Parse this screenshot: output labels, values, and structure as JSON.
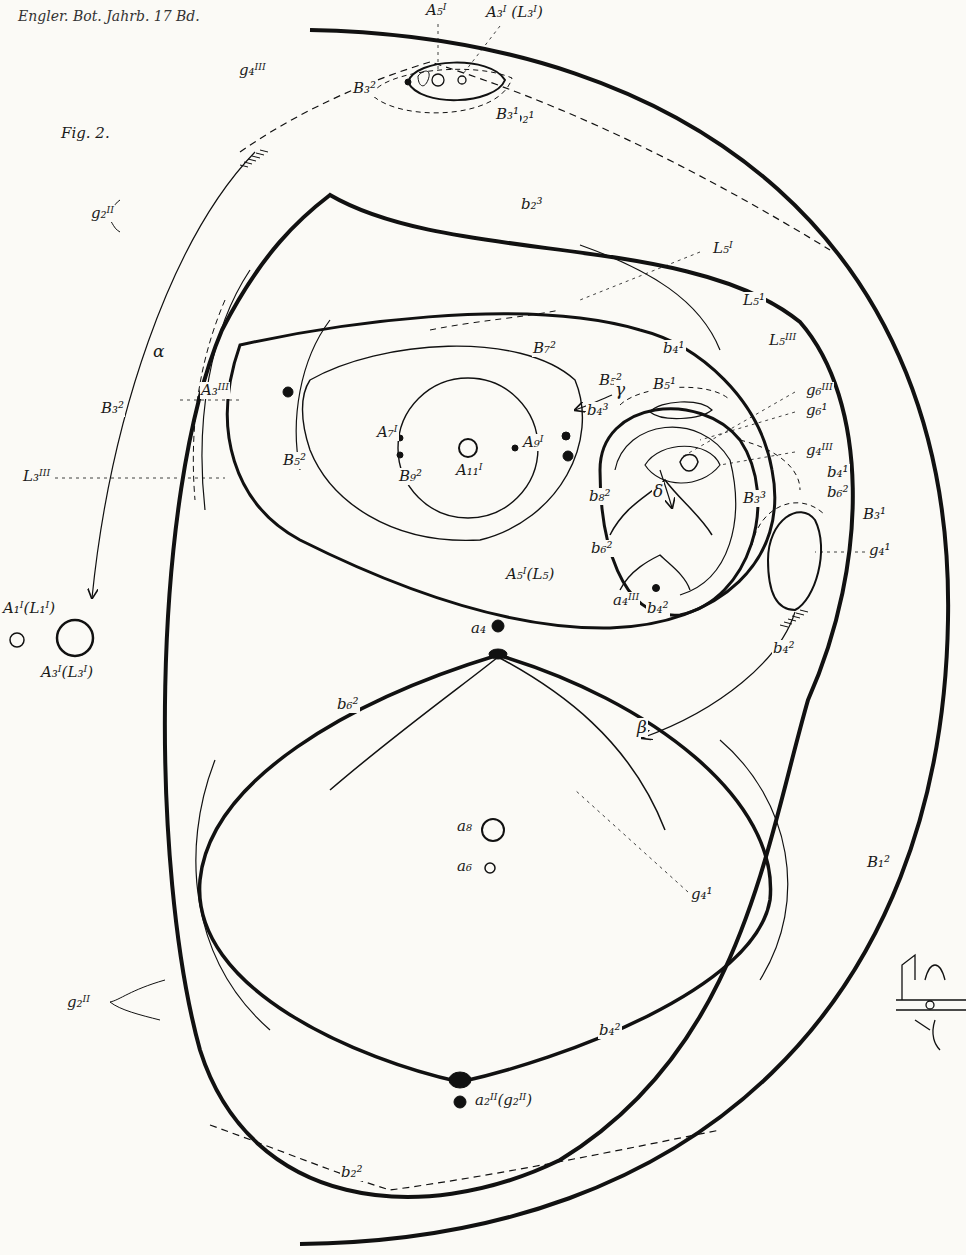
{
  "diagram": {
    "title": "Engler. Bot. Jahrb. 17 Bd.",
    "labels": [
      "Fig. 2.",
      "A₅ᴵ",
      "A₃ᴵ (L₃ᴵ)",
      "g₄ᴵᴵᴵ",
      "b₂¹",
      "B₃²",
      "B₃¹",
      "g₂ᴵᴵ",
      "b₂³",
      "α",
      "B₃²",
      "L₅ᴵ",
      "L₅¹",
      "L₅ᴵᴵᴵ",
      "b₄¹",
      "B₅²",
      "B₅¹",
      "B₇²",
      "γ",
      "g₆ᴵᴵᴵ",
      "g₆¹",
      "b₄³",
      "A₃ᴵᴵᴵ",
      "A₇ᴵ",
      "A₁₁ᴵ",
      "A₉ᴵ",
      "B₅²",
      "B₉²",
      "g₄ᴵᴵᴵ",
      "b₄¹",
      "L₃ᴵᴵᴵ",
      "b₈²",
      "δ",
      "b₆²",
      "B₃³",
      "B₃¹",
      "b₆²",
      "g₄¹",
      "A₅ᴵ(L₅)",
      "a₄ᴵᴵᴵ",
      "b₄²",
      "a₄",
      "A₁ᴵ(L₁ᴵ)",
      "A₃ᴵ(L₃ᴵ)",
      "b₄²",
      "β",
      "b₆²",
      "a₈",
      "a₆",
      "B₁²",
      "g₄¹",
      "g₂ᴵᴵ",
      "b₄²",
      "a₂ᴵᴵ(g₂ᴵᴵ)",
      "b₂²"
    ]
  }
}
